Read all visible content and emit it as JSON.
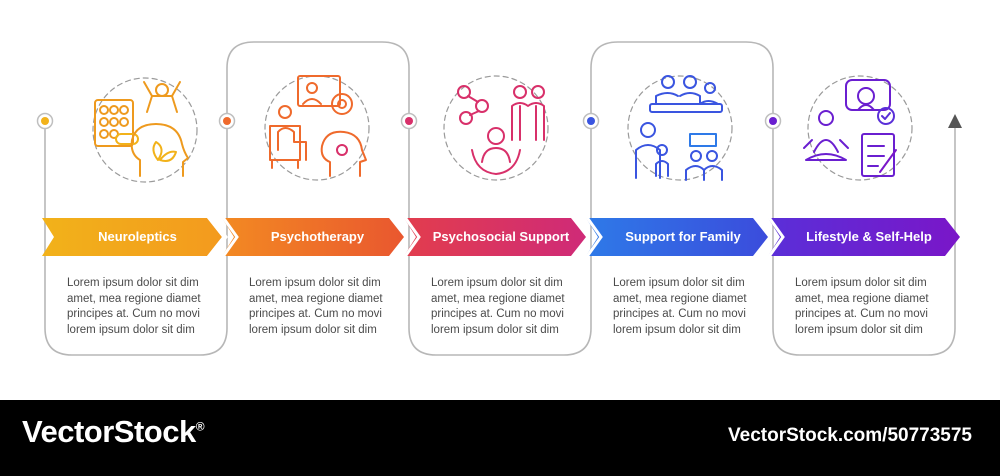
{
  "steps": [
    {
      "label": "Neuroleptics",
      "description": "Lorem ipsum dolor sit dim amet, mea regione diamet principes at. Cum no movi lorem ipsum dolor sit dim",
      "color": "#f2b21a",
      "icon": "medication-and-mental-health-icon"
    },
    {
      "label": "Psychotherapy",
      "description": "Lorem ipsum dolor sit dim amet, mea regione diamet principes at. Cum no movi lorem ipsum dolor sit dim",
      "color": "#ef6a2c",
      "icon": "therapy-session-icon"
    },
    {
      "label": "Psychosocial Support",
      "description": "Lorem ipsum dolor sit dim amet, mea regione diamet principes at. Cum no movi lorem ipsum dolor sit dim",
      "color": "#d8306a",
      "icon": "social-support-icon"
    },
    {
      "label": "Support for Family",
      "description": "Lorem ipsum dolor sit dim amet, mea regione diamet principes at. Cum no movi lorem ipsum dolor sit dim",
      "color": "#3a55e0",
      "icon": "family-support-icon"
    },
    {
      "label": "Lifestyle & Self-Help",
      "description": "Lorem ipsum dolor sit dim amet, mea regione diamet principes at. Cum no movi lorem ipsum dolor sit dim",
      "color": "#6a1fd0",
      "icon": "self-help-meditation-icon"
    }
  ],
  "watermark": {
    "brand": "VectorStock",
    "registered_mark": "®",
    "reference": "VectorStock.com/50773575"
  }
}
